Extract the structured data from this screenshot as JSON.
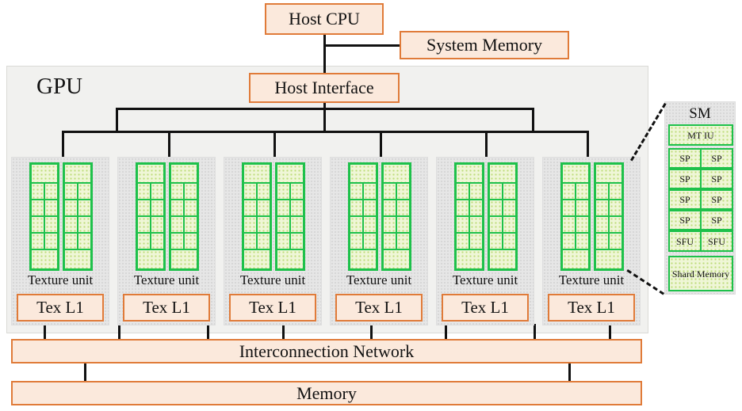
{
  "diagram": {
    "host_cpu": "Host CPU",
    "system_memory": "System Memory",
    "gpu_label": "GPU",
    "host_interface": "Host Interface",
    "tpcs": [
      {
        "texture_unit": "Texture unit",
        "tex_l1": "Tex L1"
      },
      {
        "texture_unit": "Texture unit",
        "tex_l1": "Tex L1"
      },
      {
        "texture_unit": "Texture unit",
        "tex_l1": "Tex L1"
      },
      {
        "texture_unit": "Texture unit",
        "tex_l1": "Tex L1"
      },
      {
        "texture_unit": "Texture unit",
        "tex_l1": "Tex L1"
      },
      {
        "texture_unit": "Texture unit",
        "tex_l1": "Tex L1"
      }
    ],
    "interconnect": "Interconnection Network",
    "memory": "Memory",
    "sm_detail": {
      "title": "SM",
      "mtiu": "MT IU",
      "sp_rows": [
        [
          "SP",
          "SP"
        ],
        [
          "SP",
          "SP"
        ],
        [
          "SP",
          "SP"
        ],
        [
          "SP",
          "SP"
        ]
      ],
      "sfu_row": [
        "SFU",
        "SFU"
      ],
      "shared_memory": "Shard Memory"
    },
    "colors": {
      "box_fill": "#fbe9dc",
      "box_border": "#e07b39",
      "sm_green": "#1ec14b",
      "gpu_bg": "#f1f1ef"
    }
  }
}
